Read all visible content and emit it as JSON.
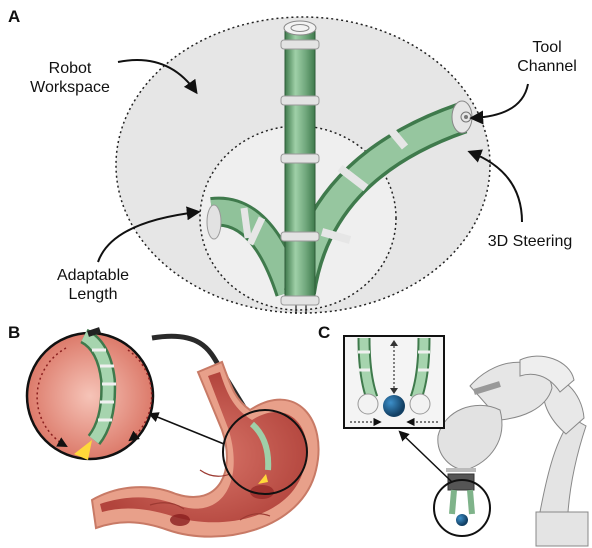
{
  "panels": {
    "a": "A",
    "b": "B",
    "c": "C"
  },
  "labels": {
    "robot_workspace_line1": "Robot",
    "robot_workspace_line2": "Workspace",
    "tool_channel_line1": "Tool",
    "tool_channel_line2": "Channel",
    "steering": "3D Steering",
    "adaptable_line1": "Adaptable",
    "adaptable_line2": "Length"
  },
  "colors": {
    "workspace_fill": "#e7e7e7",
    "tube_green": "#8fbf98",
    "tube_dark": "#4f8a5c",
    "ring": "#dcdcdc",
    "stomach_outer": "#e8a08a",
    "stomach_inner": "#c4574a",
    "scope_circle": "#e9968a",
    "ball": "#1f5f8f",
    "arm": "#e4e4e4"
  }
}
